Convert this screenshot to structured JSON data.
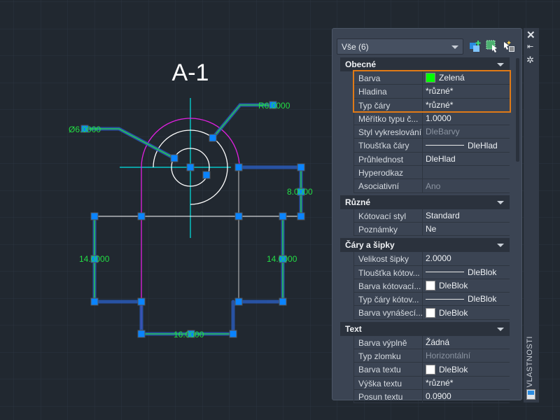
{
  "drawing": {
    "title": "A-1",
    "dimensions": {
      "diameter": "Ø6.0000",
      "radius": "R6.0000",
      "right_vertical": "8.0000",
      "left_vertical": "14.0000",
      "right_vertical_2": "14.0000",
      "bottom": "16.0000"
    }
  },
  "panel": {
    "selector": "Vše (6)",
    "toolbar": [
      "quick-select-icon",
      "select-objects-icon",
      "toggle-pickadd-icon"
    ],
    "sections": [
      {
        "title": "Obecné",
        "rows": [
          {
            "k": "Barva",
            "v": "Zelená",
            "swatch": "#00ff00"
          },
          {
            "k": "Hladina",
            "v": "*různé*"
          },
          {
            "k": "Typ čáry",
            "v": "*různé*"
          },
          {
            "k": "Měřítko typu č...",
            "v": "1.0000"
          },
          {
            "k": "Styl vykreslování",
            "v": "DleBarvy",
            "dim": true
          },
          {
            "k": "Tloušťka čáry",
            "v": "DleHlad",
            "line": true
          },
          {
            "k": "Průhlednost",
            "v": "DleHlad"
          },
          {
            "k": "Hyperodkaz",
            "v": ""
          },
          {
            "k": "Asociativní",
            "v": "Ano",
            "dim": true
          }
        ]
      },
      {
        "title": "Různé",
        "rows": [
          {
            "k": "Kótovací styl",
            "v": "Standard"
          },
          {
            "k": "Poznámky",
            "v": "Ne"
          }
        ]
      },
      {
        "title": "Čáry a šipky",
        "rows": [
          {
            "k": "Velikost šipky",
            "v": "2.0000"
          },
          {
            "k": "Tloušťka kótov...",
            "v": "DleBlok",
            "line": true
          },
          {
            "k": "Barva kótovací...",
            "v": "DleBlok",
            "swatch": "#ffffff"
          },
          {
            "k": "Typ čáry kótov...",
            "v": "DleBlok",
            "line": true
          },
          {
            "k": "Barva vynášecí...",
            "v": "DleBlok",
            "swatch": "#ffffff"
          }
        ]
      },
      {
        "title": "Text",
        "rows": [
          {
            "k": "Barva výplně",
            "v": "Žádná"
          },
          {
            "k": "Typ zlomku",
            "v": "Horizontální",
            "dim": true
          },
          {
            "k": "Barva textu",
            "v": "DleBlok",
            "swatch": "#ffffff"
          },
          {
            "k": "Výška textu",
            "v": "*různé*"
          },
          {
            "k": "Posun textu",
            "v": "0.0900"
          }
        ]
      }
    ],
    "palette_title": "VLASTNOSTI"
  },
  "colors": {
    "highlight": "#e07a16",
    "grip": "#0a84ff",
    "dim": "#22dd44"
  }
}
